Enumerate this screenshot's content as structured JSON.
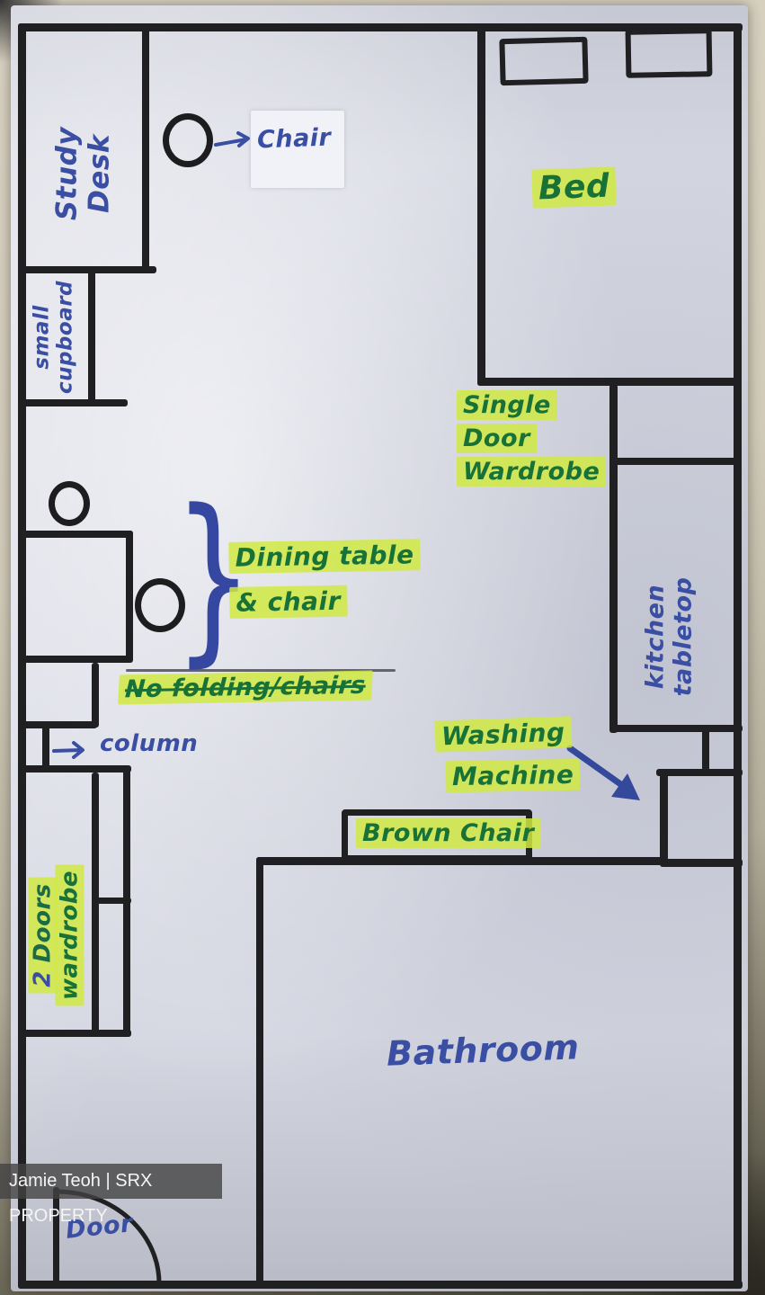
{
  "watermark": "Jamie Teoh | SRX PROPERTY",
  "labels": {
    "study_desk": {
      "line1": "Study",
      "line2": "Desk"
    },
    "small_cupboard": {
      "line1": "small",
      "line2": "cupboard"
    },
    "chair": "Chair",
    "bed": "Bed",
    "single_door_wardrobe": {
      "line1": "Single Door",
      "line2": "Wardrobe"
    },
    "dining_table": {
      "line1": "Dining table",
      "line2": "& chair"
    },
    "crossed_out": "No folding/chairs",
    "kitchen_tabletop": {
      "line1": "kitchen",
      "line2": "tabletop"
    },
    "column": "column",
    "washing_machine": {
      "line1": "Washing",
      "line2": "Machine"
    },
    "two_doors_wardrobe": {
      "num": "2",
      "word": "Doors",
      "line2": "wardrobe"
    },
    "brown_chair": "Brown Chair",
    "bathroom": "Bathroom",
    "door": "Door"
  },
  "icons": {
    "brace": "}",
    "chair_circle": "circle-outline",
    "arrow_right": "→",
    "arrow_down_right": "↘",
    "door_swing": "quarter-arc"
  },
  "colors": {
    "marker_green": "#187238",
    "pen_blue": "#3a4fa3",
    "highlighter": "#d0e942",
    "wall_ink": "#202023",
    "paper": "#d4d6e1"
  }
}
